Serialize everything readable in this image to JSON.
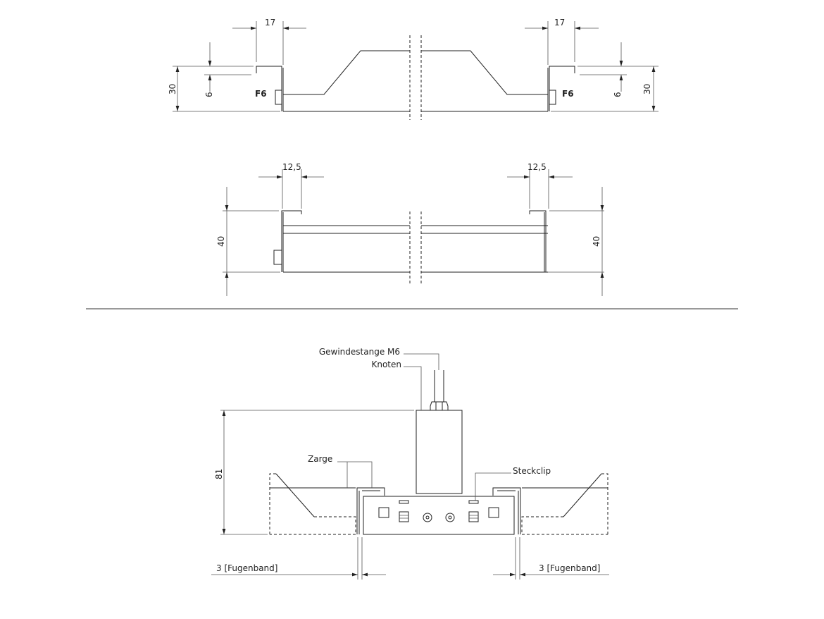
{
  "view_top": {
    "dim_width_left": "17",
    "dim_width_right": "17",
    "dim_lip_left": "6",
    "dim_lip_right": "6",
    "dim_height_left": "30",
    "dim_height_right": "30",
    "fixing_left": "F6",
    "fixing_right": "F6"
  },
  "view_middle": {
    "dim_width_left": "12,5",
    "dim_width_right": "12,5",
    "dim_height_left": "40",
    "dim_height_right": "40"
  },
  "view_bottom": {
    "label_rod": "Gewindestange M6",
    "label_node": "Knoten",
    "label_frame": "Zarge",
    "label_clip": "Steckclip",
    "dim_height": "81",
    "joint_left": "3 [Fugenband]",
    "joint_right": "3 [Fugenband]"
  }
}
